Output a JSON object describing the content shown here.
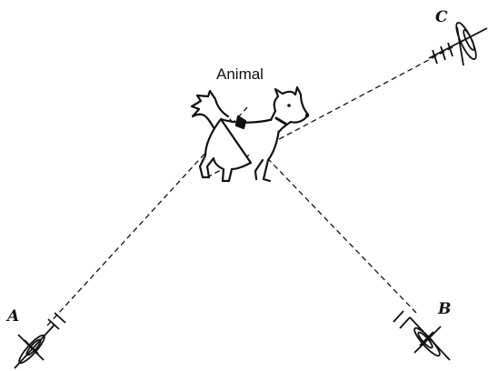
{
  "figure": {
    "subject_label": "Animal",
    "stations": [
      {
        "label": "A"
      },
      {
        "label": "B"
      },
      {
        "label": "C"
      }
    ]
  },
  "colors": {
    "ink": "#111111",
    "background": "#ffffff"
  },
  "icons": {
    "subject": "dog-icon",
    "station": "antenna-icon"
  }
}
